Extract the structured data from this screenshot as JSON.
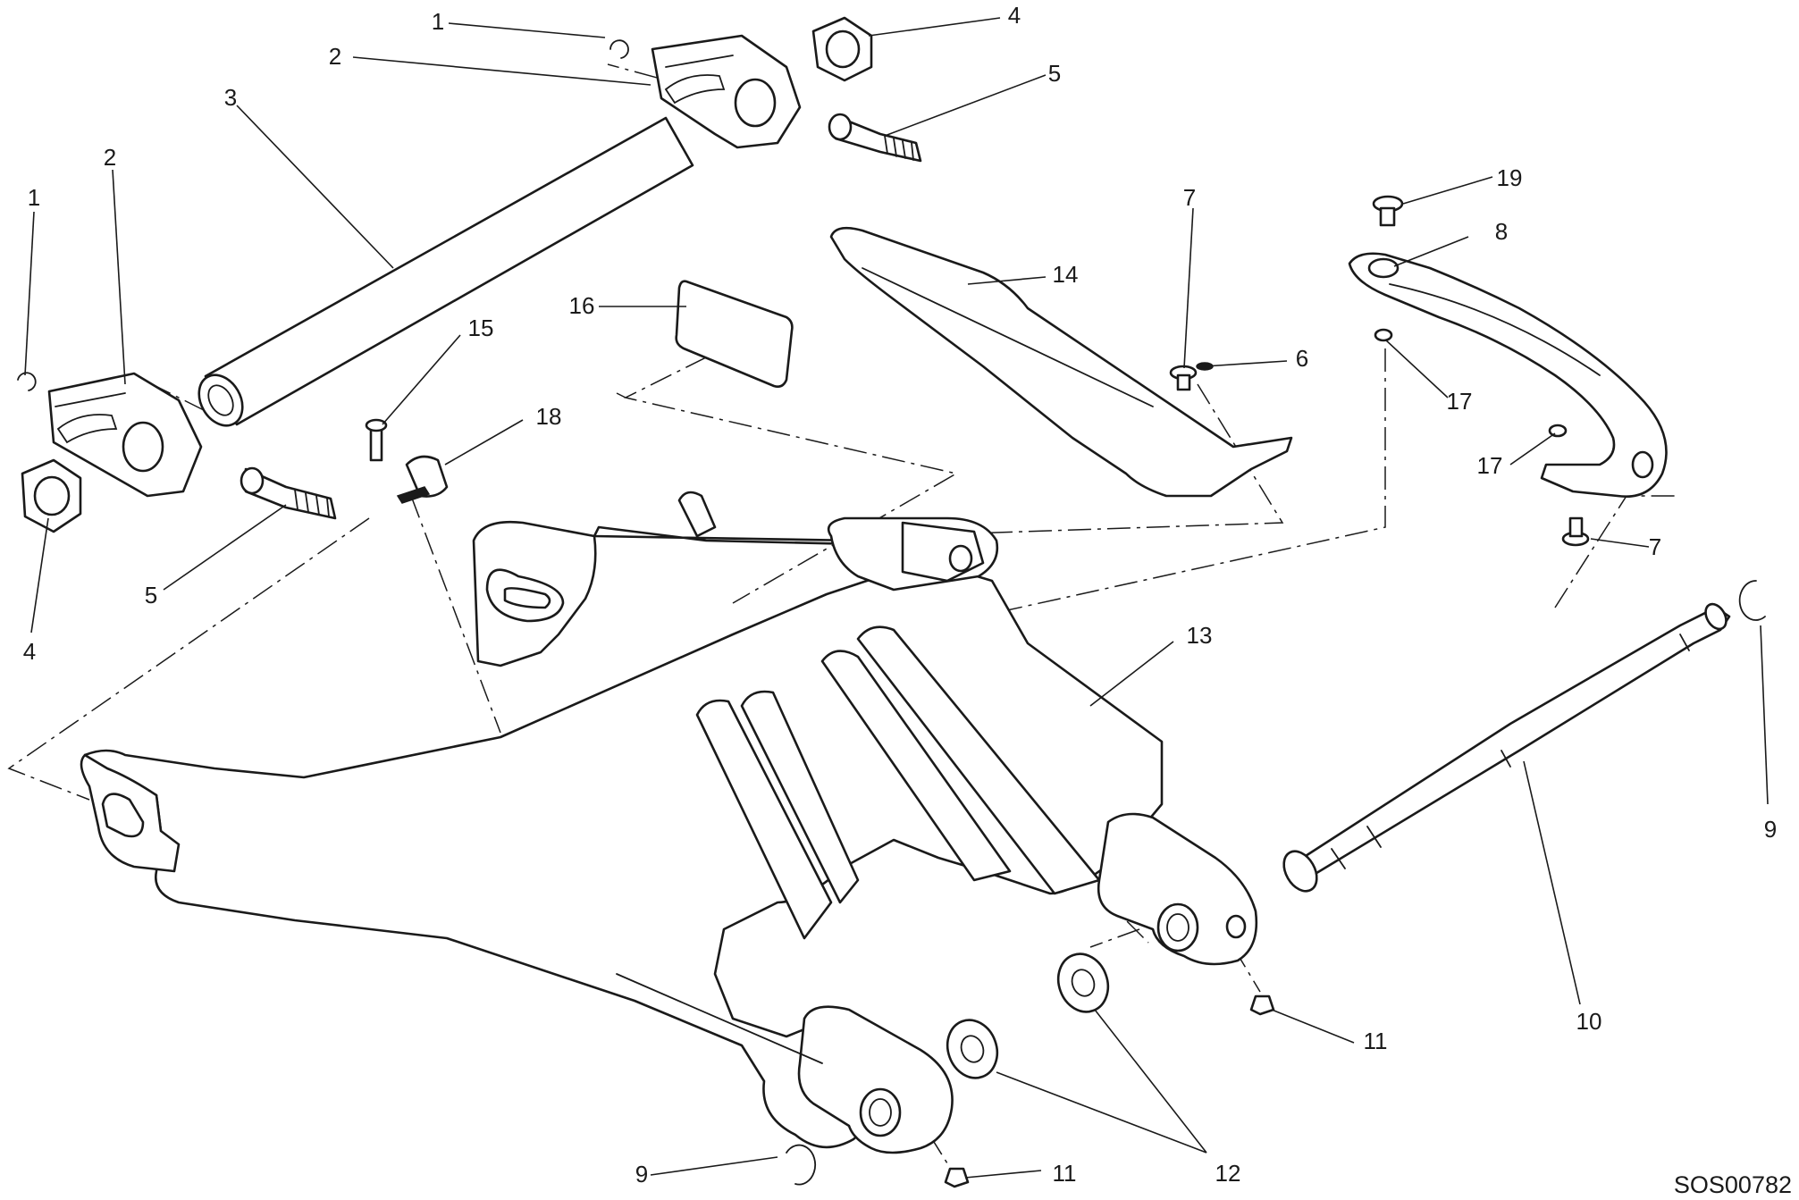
{
  "diagram": {
    "code": "SOS00782",
    "callouts": [
      {
        "id": "c1a",
        "text": "1"
      },
      {
        "id": "c1b",
        "text": "1"
      },
      {
        "id": "c2a",
        "text": "2"
      },
      {
        "id": "c2b",
        "text": "2"
      },
      {
        "id": "c3",
        "text": "3"
      },
      {
        "id": "c4a",
        "text": "4"
      },
      {
        "id": "c4b",
        "text": "4"
      },
      {
        "id": "c5a",
        "text": "5"
      },
      {
        "id": "c5b",
        "text": "5"
      },
      {
        "id": "c6",
        "text": "6"
      },
      {
        "id": "c7a",
        "text": "7"
      },
      {
        "id": "c7b",
        "text": "7"
      },
      {
        "id": "c8",
        "text": "8"
      },
      {
        "id": "c9a",
        "text": "9"
      },
      {
        "id": "c9b",
        "text": "9"
      },
      {
        "id": "c10",
        "text": "10"
      },
      {
        "id": "c11a",
        "text": "11"
      },
      {
        "id": "c11b",
        "text": "11"
      },
      {
        "id": "c12",
        "text": "12"
      },
      {
        "id": "c13",
        "text": "13"
      },
      {
        "id": "c14",
        "text": "14"
      },
      {
        "id": "c15",
        "text": "15"
      },
      {
        "id": "c16",
        "text": "16"
      },
      {
        "id": "c17a",
        "text": "17"
      },
      {
        "id": "c17b",
        "text": "17"
      },
      {
        "id": "c18",
        "text": "18"
      },
      {
        "id": "c19",
        "text": "19"
      }
    ]
  }
}
